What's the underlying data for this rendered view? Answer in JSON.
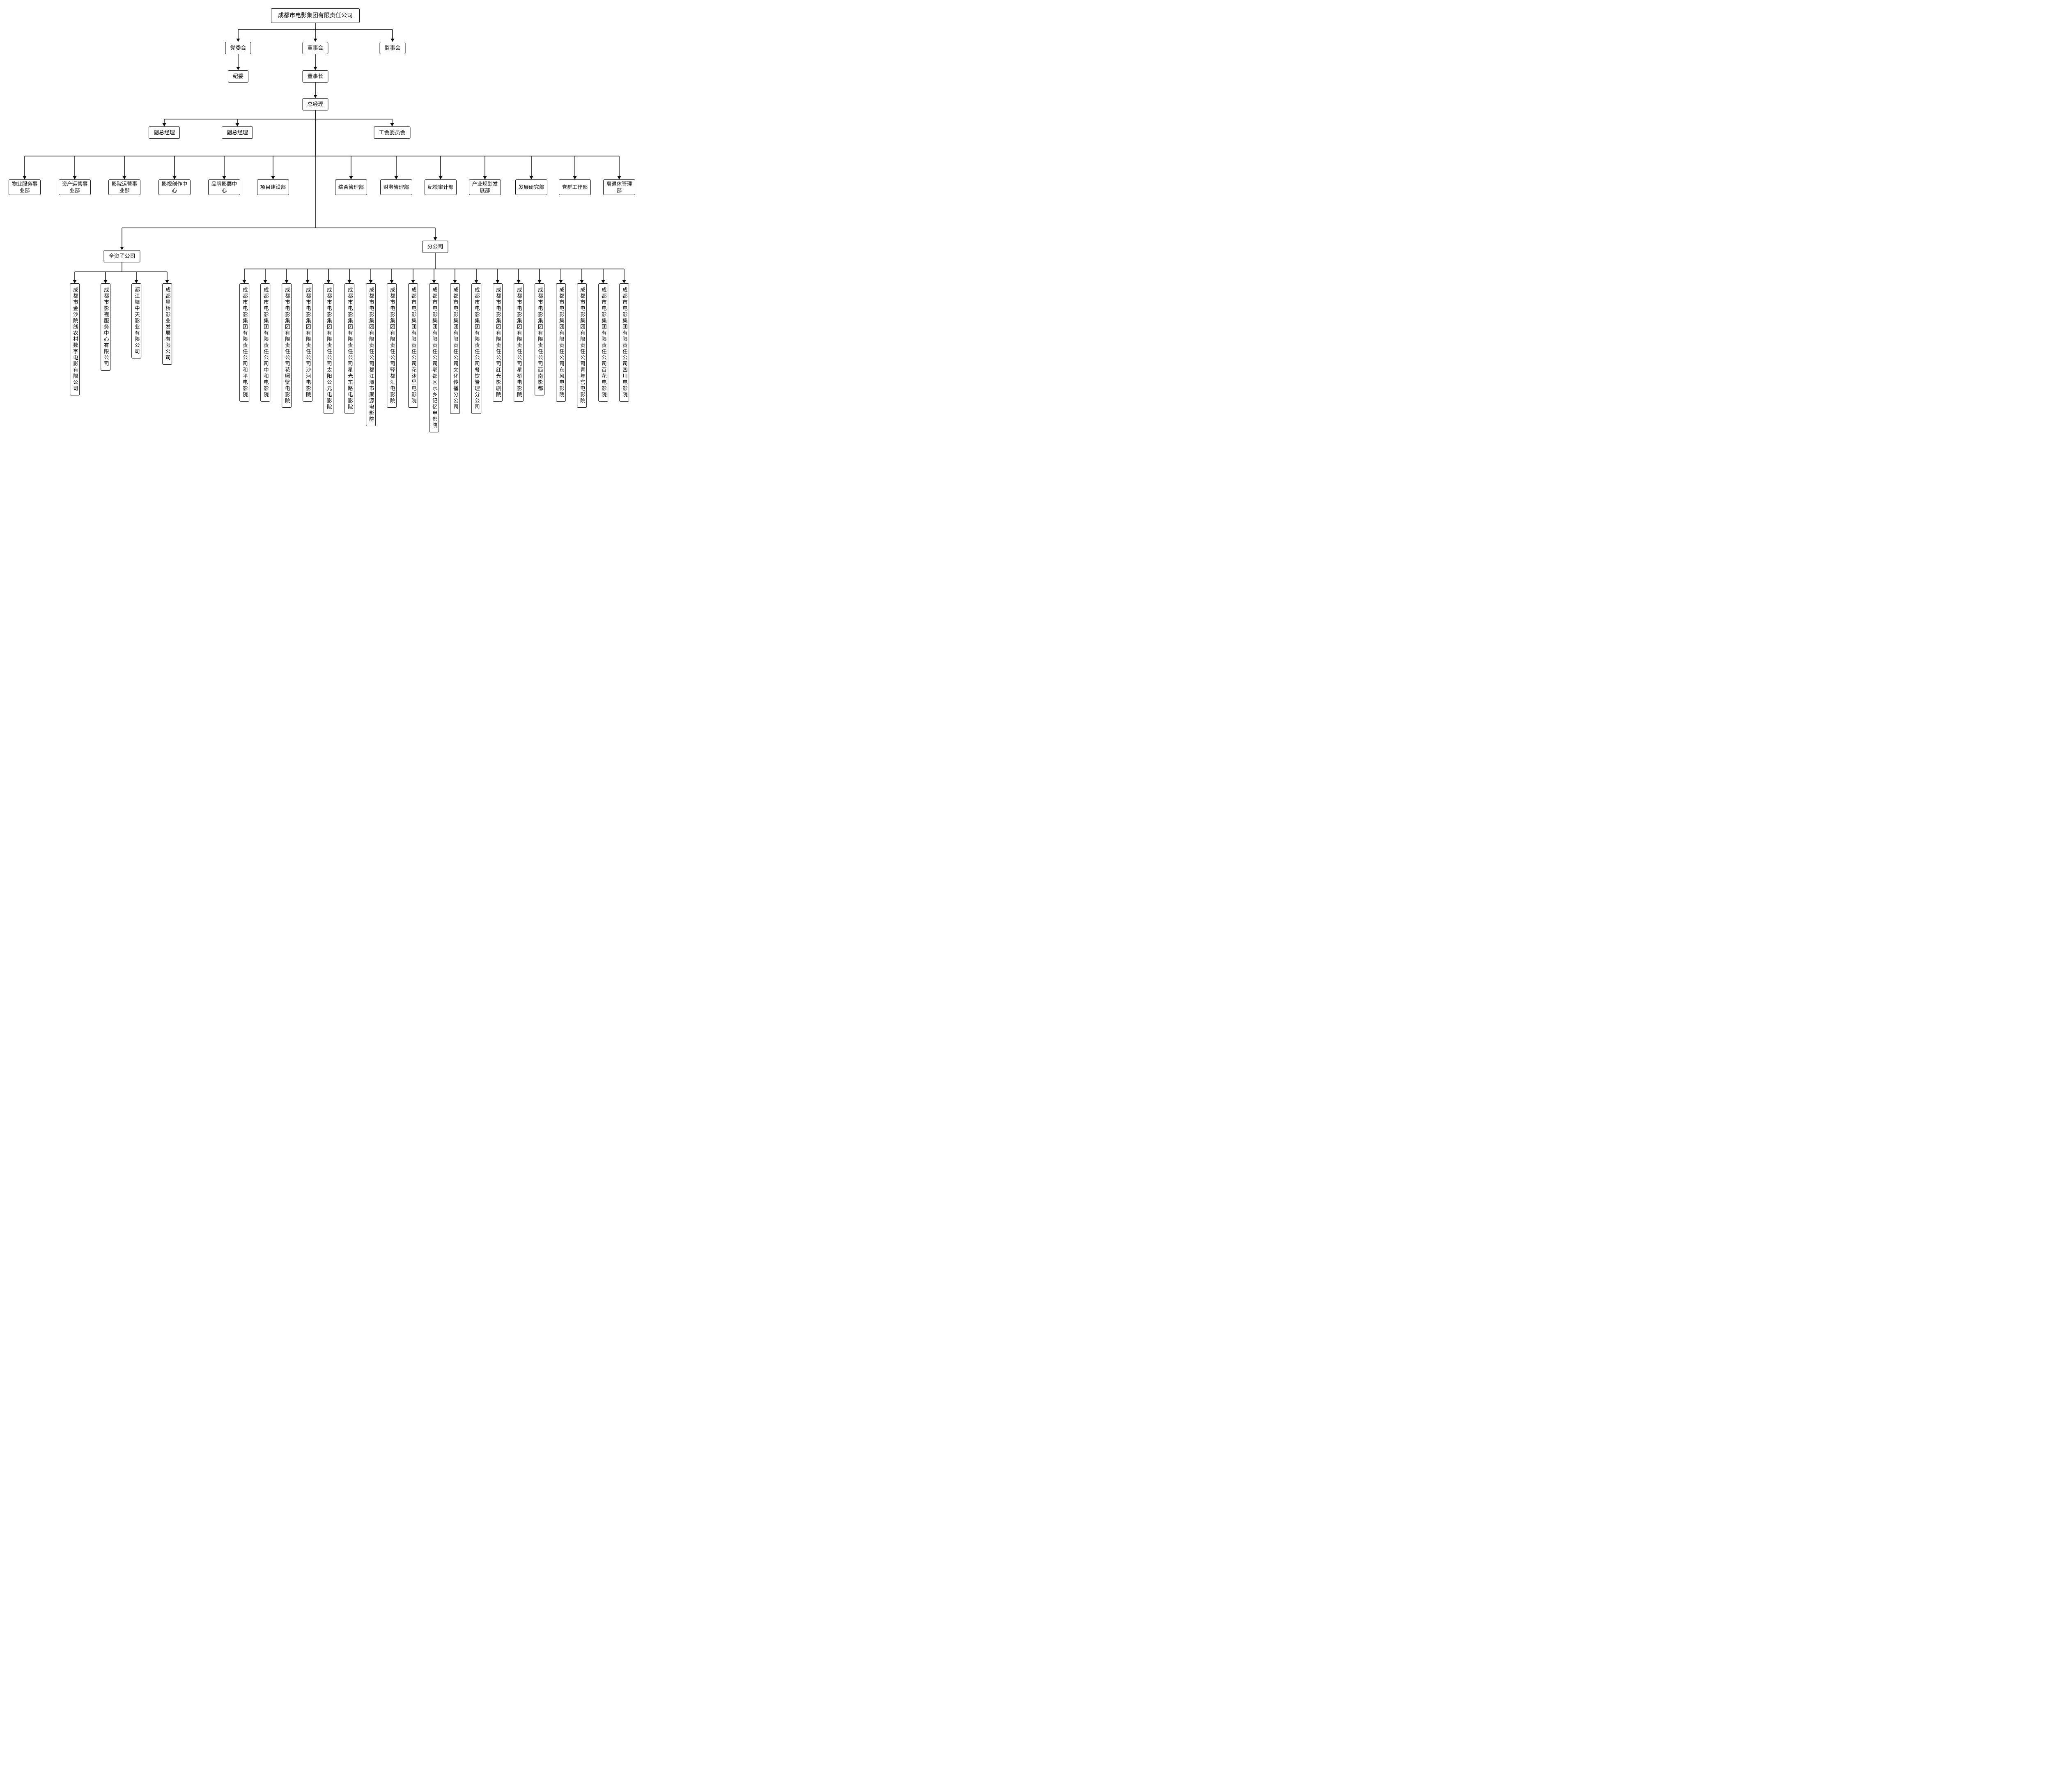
{
  "org": {
    "root": "成都市电影集团有限责任公司",
    "party_committee": "党委会",
    "board_of_directors": "董事会",
    "supervisory_board": "监事会",
    "discipline_committee": "纪委",
    "chairman": "董事长",
    "general_manager": "总经理",
    "deputy_gm_1": "副总经理",
    "deputy_gm_2": "副总经理",
    "labor_union": "工会委员会",
    "departments": [
      "物业服务事业部",
      "资产运营事业部",
      "影院运营事业部",
      "影视创作中心",
      "品牌影展中心",
      "项目建设部",
      "综合管理部",
      "财务管理部",
      "纪检审计部",
      "产业规划发展部",
      "发展研究部",
      "党群工作部",
      "离退休管理部"
    ],
    "wholly_owned_label": "全资子公司",
    "branch_label": "分公司",
    "subsidiaries": [
      "成都市金沙院线农村数字电影有限公司",
      "成都市影视服务中心有限公司",
      "都江堰中天影业有限公司",
      "成都星桥影业发展有限公司"
    ],
    "branches": [
      "成都市电影集团有限责任公司和平电影院",
      "成都市电影集团有限责任公司中和电影院",
      "成都市电影集团有限责任公司花照壁电影院",
      "成都市电影集团有限责任公司沙河电影院",
      "成都市电影集团有限责任公司太阳公元电影院",
      "成都市电影集团有限责任公司星光东路电影院",
      "成都市电影集团有限责任公司都江堰市聚源电影院",
      "成都市电影集团有限责任公司驿都汇电影院",
      "成都市电影集团有限责任公司花沐里电影院",
      "成都市电影集团有限责任公司郫都区水乡记忆电影院",
      "成都市电影集团有限责任公司文化传播分公司",
      "成都市电影集团有限责任公司餐饮管理分公司",
      "成都市电影集团有限责任公司红光影剧院",
      "成都市电影集团有限责任公司星桥电影院",
      "成都市电影集团有限责任公司西南影都",
      "成都市电影集团有限责任公司东风电影院",
      "成都市电影集团有限责任公司青年宫电影院",
      "成都市电影集团有限责任公司百花电影院",
      "成都市电影集团有限责任公司四川电影院"
    ],
    "line_color": "#0a0a0a"
  }
}
